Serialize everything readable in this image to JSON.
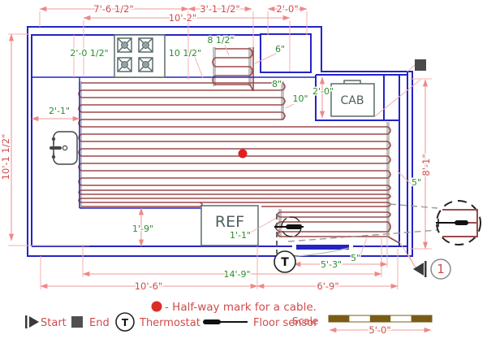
{
  "colors": {
    "wall": "#2424c4",
    "dimension_line": "#f09a9a",
    "dimension_text": "#d04a4a",
    "green_text": "#2e8b2e",
    "cable": "#9b4a4a",
    "fixture_outline": "#5a6b6b",
    "halfway_dot": "#e02020",
    "end_marker": "#4a4a4a",
    "scale_bar": "#7a5c16"
  },
  "plan": {
    "dims": {
      "top_left": "7'-6 1/2\"",
      "top_mid": "3'-1 1/2\"",
      "top_right": "2'-0\"",
      "top_overall": "10'-2\"",
      "left_height": "10'-1 1/2\"",
      "right_height": "8'-1\"",
      "bottom_heated_width": "14'-9\"",
      "bottom_left_width": "10'-6\"",
      "bottom_right_width": "6'-9\"",
      "sensor_offset": "5'-3\""
    },
    "measures": {
      "stove_left": "2'-0 1/2\"",
      "stove_right": "10 1/2\"",
      "serpentine_width": "8 1/2\"",
      "alcove_depth": "6\"",
      "gap_8": "8\"",
      "gap_10": "10\"",
      "cab_depth": "2'-0\"",
      "left_counter": "2'-1\"",
      "bottom_counter": "1'-9\"",
      "ref_to_sensor": "1'-1\"",
      "cable_spacing_right": "5\"",
      "cable_spacing_bottom": "5\""
    },
    "labels": {
      "cab": "CAB",
      "ref": "REF",
      "thermostat": "T",
      "circuit_number": "1"
    }
  },
  "legend": {
    "halfway_note": "- Half-way mark for a cable.",
    "start": "Start",
    "end": "End",
    "thermostat": "Thermostat",
    "floor_sensor": "Floor sensor",
    "scale_label": "Scale",
    "scale_length": "5'-0\""
  }
}
